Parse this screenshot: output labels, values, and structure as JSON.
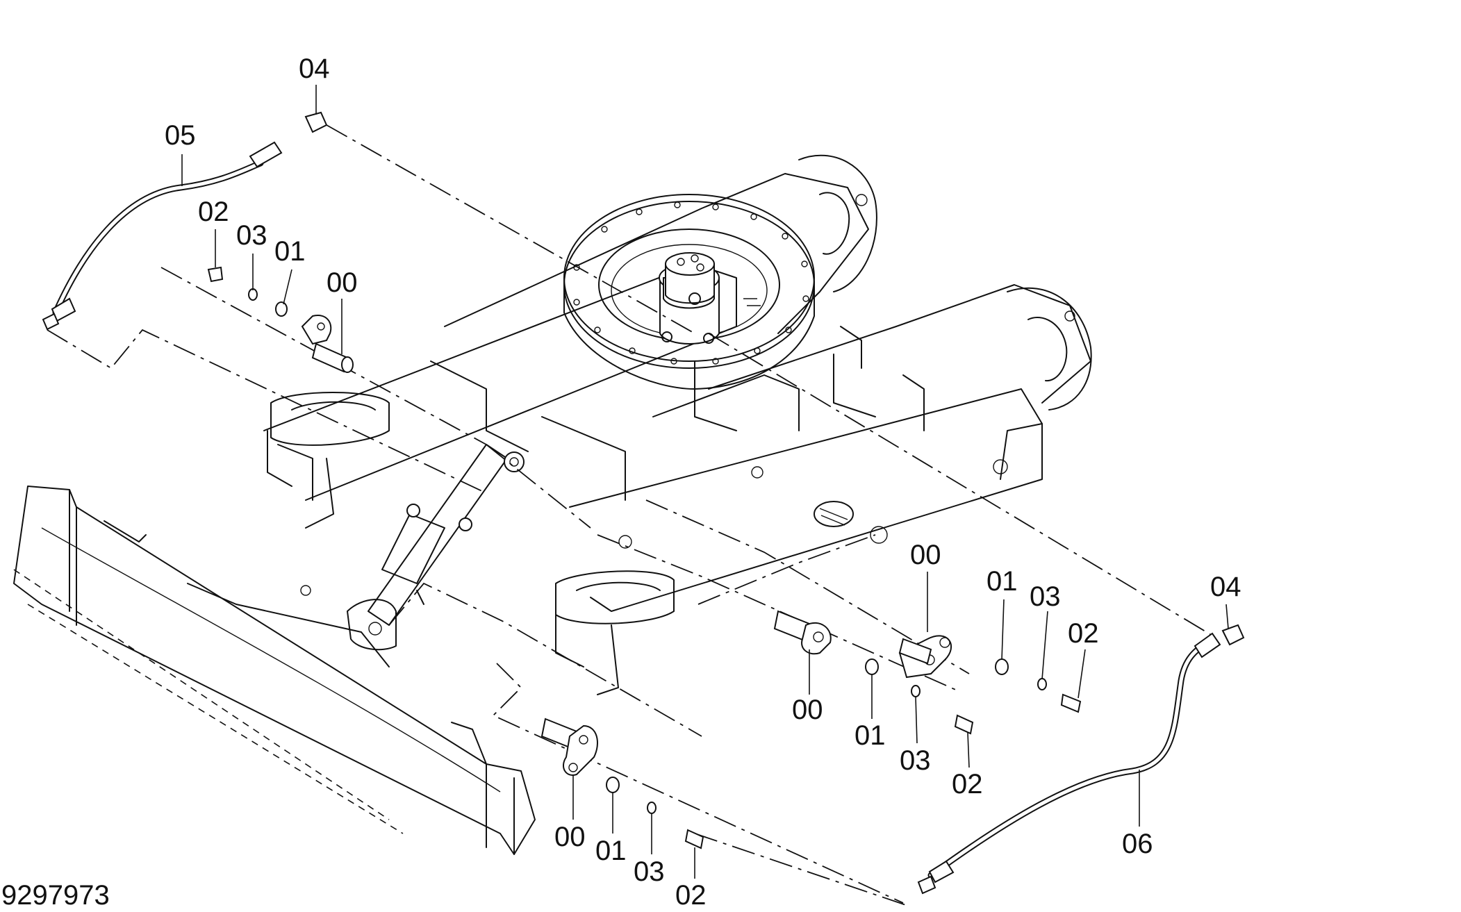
{
  "drawing_number": "9297973",
  "callouts": [
    {
      "id": "c-04-top",
      "text": "04"
    },
    {
      "id": "c-05",
      "text": "05"
    },
    {
      "id": "c-02-top",
      "text": "02"
    },
    {
      "id": "c-03-top",
      "text": "03"
    },
    {
      "id": "c-01-top",
      "text": "01"
    },
    {
      "id": "c-00-top",
      "text": "00"
    },
    {
      "id": "c-00-right",
      "text": "00"
    },
    {
      "id": "c-01-right",
      "text": "01"
    },
    {
      "id": "c-03-right",
      "text": "03"
    },
    {
      "id": "c-02-right",
      "text": "02"
    },
    {
      "id": "c-04-right",
      "text": "04"
    },
    {
      "id": "c-00-mid",
      "text": "00"
    },
    {
      "id": "c-01-mid",
      "text": "01"
    },
    {
      "id": "c-03-mid",
      "text": "03"
    },
    {
      "id": "c-02-mid",
      "text": "02"
    },
    {
      "id": "c-00-low",
      "text": "00"
    },
    {
      "id": "c-01-low",
      "text": "01"
    },
    {
      "id": "c-03-low",
      "text": "03"
    },
    {
      "id": "c-02-low",
      "text": "02"
    },
    {
      "id": "c-06",
      "text": "06"
    }
  ]
}
